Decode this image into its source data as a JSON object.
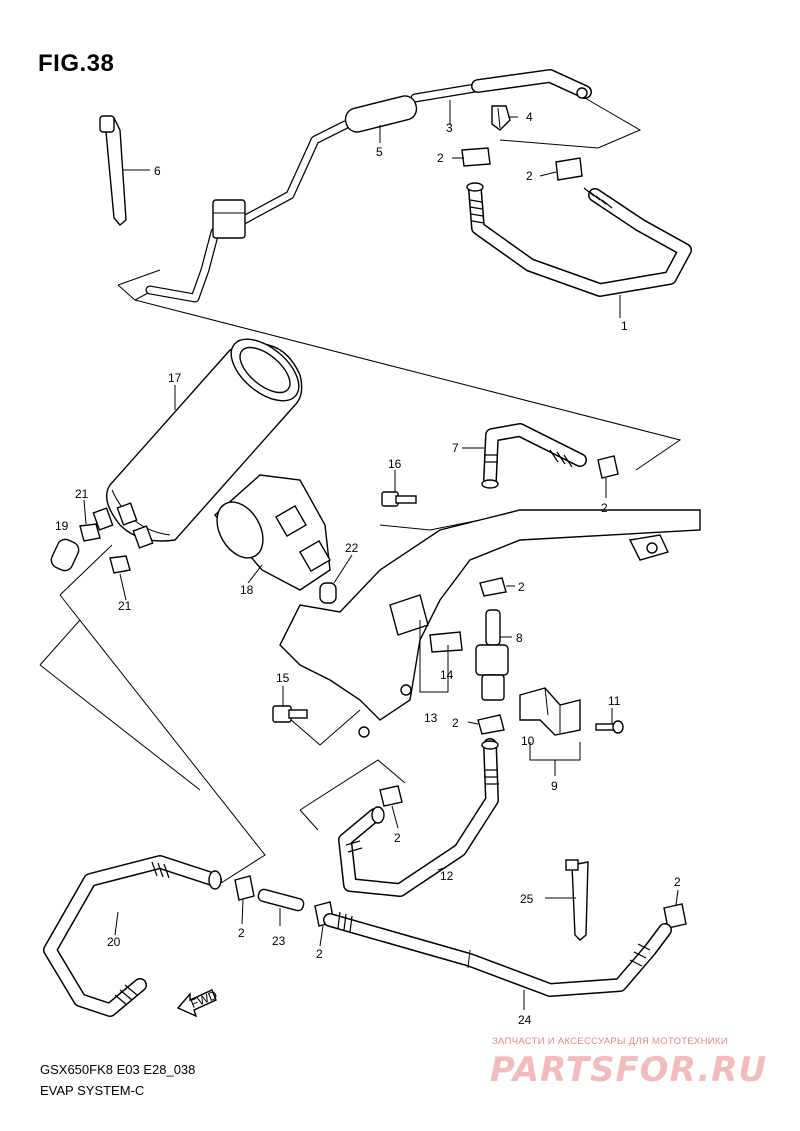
{
  "figure": {
    "title": "FIG.38",
    "model_code": "GSX650FK8 E03 E28_038",
    "section_name": "EVAP SYSTEM-C"
  },
  "fwd_label": "FWD",
  "watermark": {
    "subtitle": "ЗАПЧАСТИ И АКСЕССУАРЫ ДЛЯ МОТОТЕХНИКИ",
    "logo": "PARTSFOR.RU"
  },
  "callouts": {
    "c1": "1",
    "c2a": "2",
    "c2b": "2",
    "c2c": "2",
    "c2d": "2",
    "c2e": "2",
    "c2f": "2",
    "c2g": "2",
    "c2h": "2",
    "c2i": "2",
    "c3": "3",
    "c4": "4",
    "c5": "5",
    "c6": "6",
    "c7": "7",
    "c8": "8",
    "c9": "9",
    "c10": "10",
    "c11": "11",
    "c12": "12",
    "c13": "13",
    "c14": "14",
    "c15": "15",
    "c16": "16",
    "c17": "17",
    "c18": "18",
    "c19": "19",
    "c20": "20",
    "c21a": "21",
    "c21b": "21",
    "c22": "22",
    "c23": "23",
    "c24": "24",
    "c25": "25"
  }
}
